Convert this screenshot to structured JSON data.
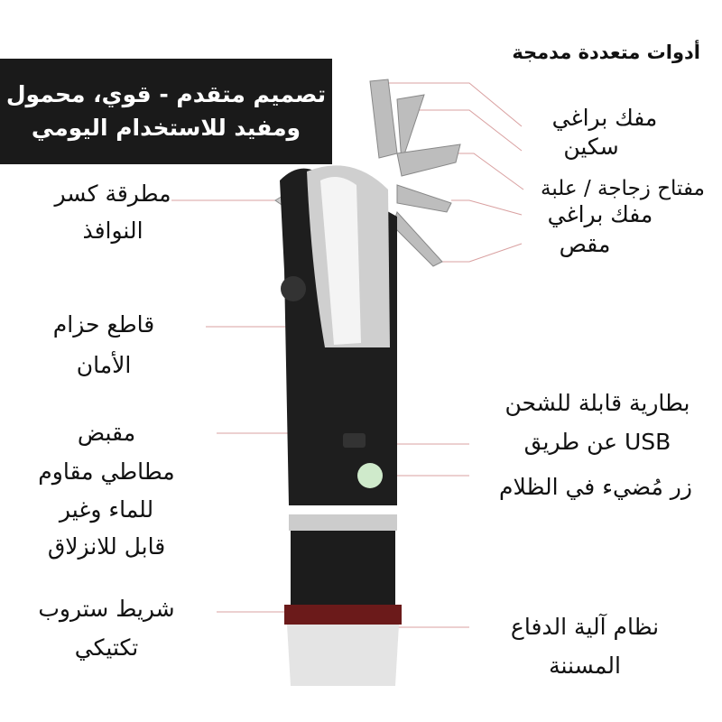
{
  "banner": {
    "line1": "تصميم متقدم - قوي، محمول",
    "line2": "ومفيد للاستخدام اليومي"
  },
  "title": "أدوات متعددة مدمجة",
  "right_tools": [
    "مفك براغي",
    "سكين",
    "مفتاح زجاجة / علبة",
    "مفك براغي",
    "مقص"
  ],
  "left_labels": {
    "hammer": [
      "مطرقة كسر",
      "النوافذ"
    ],
    "belt_cutter": [
      "قاطع حزام",
      "الأمان"
    ],
    "grip": [
      "مقبض",
      "مطاطي مقاوم",
      "للماء وغير",
      "قابل للانزلاق"
    ],
    "strobe": [
      "شريط ستروب",
      "تكتيكي"
    ]
  },
  "right_labels": {
    "battery": [
      "بطارية قابلة للشحن",
      "USB عن طريق"
    ],
    "glow_button": "زر مُضيء في الظلام",
    "defense": [
      "نظام آلية الدفاع",
      "المسننة"
    ]
  },
  "colors": {
    "leader_line": "#d9a0a0",
    "body": "#1e1e1e",
    "banner": "#1a1a1a"
  }
}
